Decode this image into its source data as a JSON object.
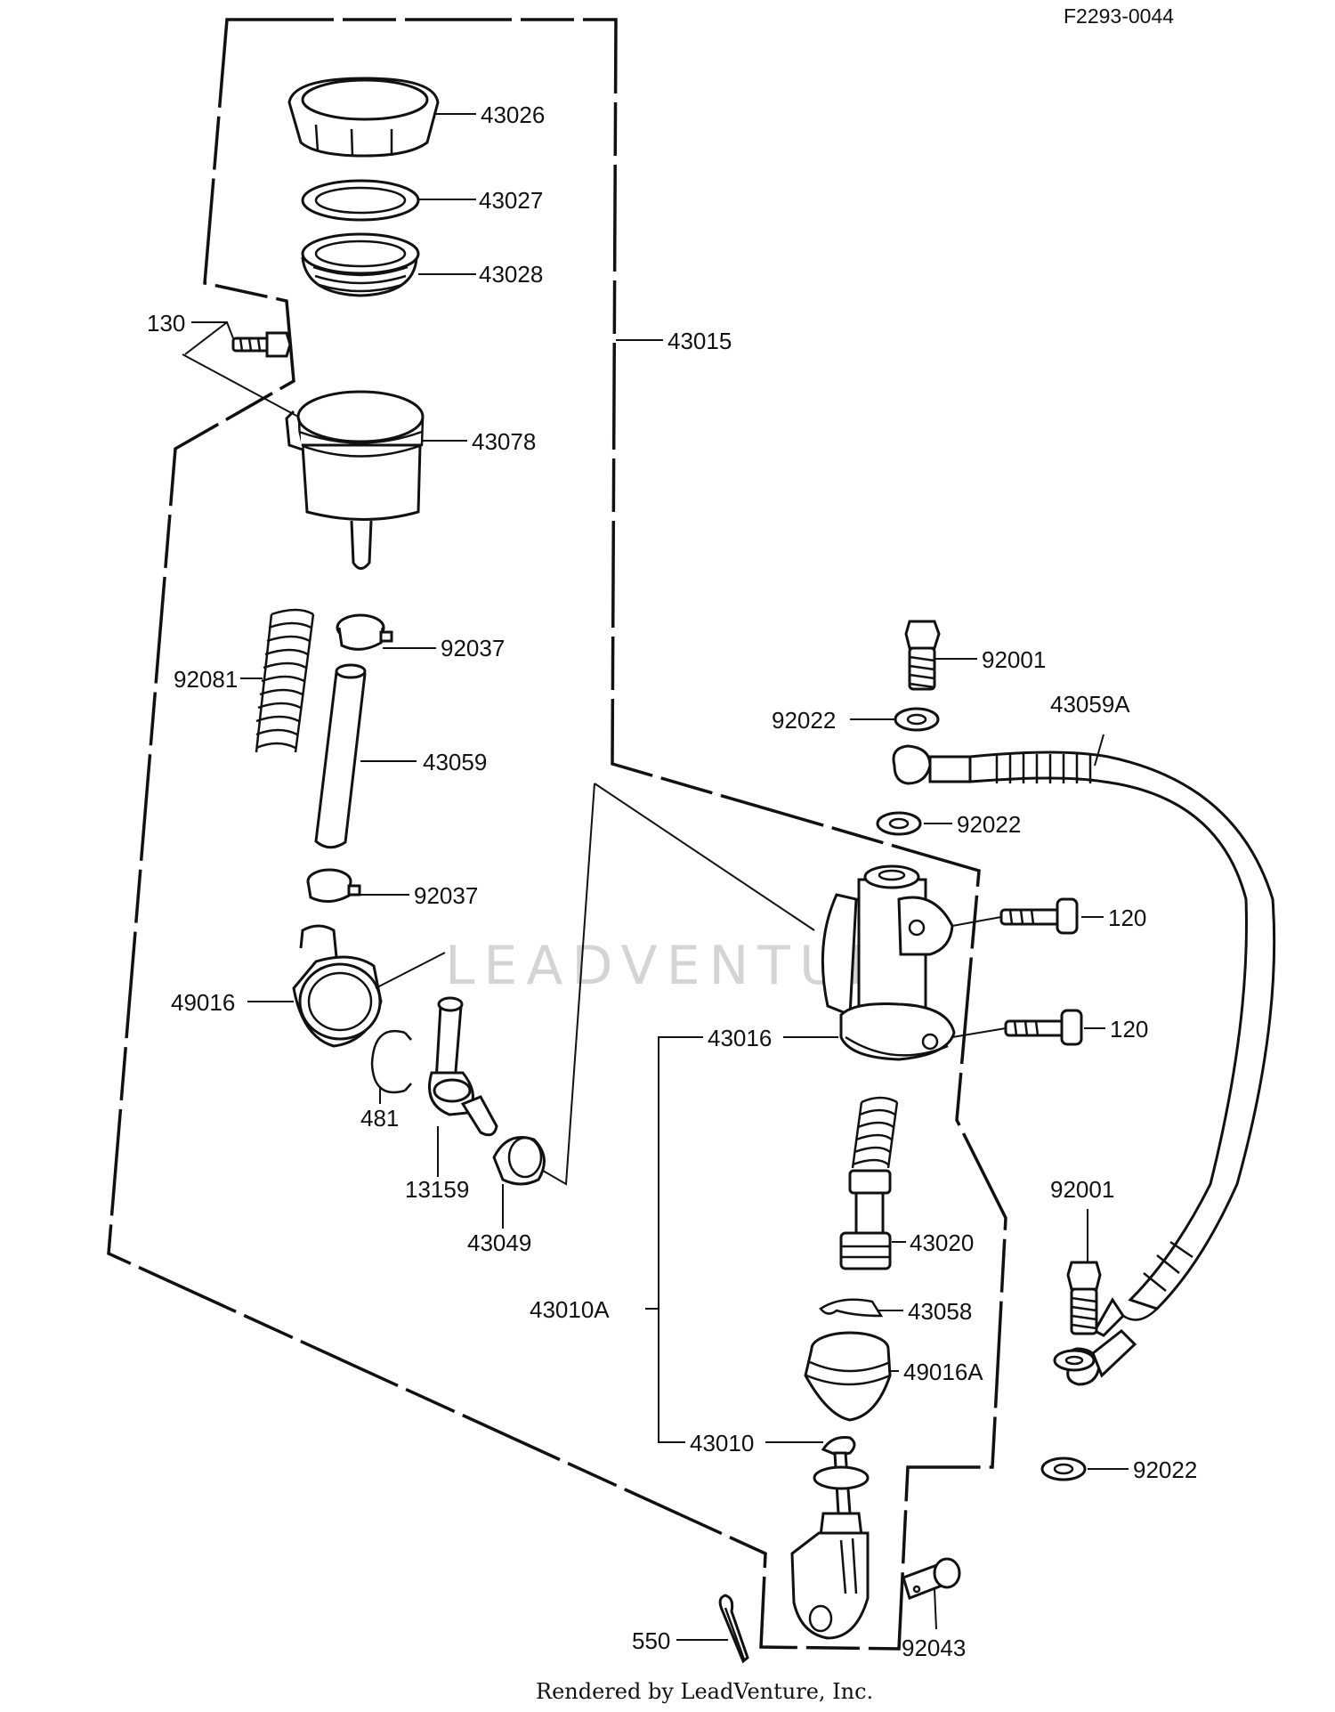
{
  "reference_code": "F2293-0044",
  "footer": "Rendered by LeadVenture, Inc.",
  "watermark": "LEADVENTURE",
  "parts": [
    {
      "id": "43026",
      "label": "43026"
    },
    {
      "id": "43027",
      "label": "43027"
    },
    {
      "id": "43028",
      "label": "43028"
    },
    {
      "id": "130",
      "label": "130"
    },
    {
      "id": "43015",
      "label": "43015"
    },
    {
      "id": "43078",
      "label": "43078"
    },
    {
      "id": "92081",
      "label": "92081"
    },
    {
      "id": "92037a",
      "label": "92037"
    },
    {
      "id": "43059",
      "label": "43059"
    },
    {
      "id": "92037b",
      "label": "92037"
    },
    {
      "id": "49016",
      "label": "49016"
    },
    {
      "id": "481",
      "label": "481"
    },
    {
      "id": "13159",
      "label": "13159"
    },
    {
      "id": "43049",
      "label": "43049"
    },
    {
      "id": "92001a",
      "label": "92001"
    },
    {
      "id": "92022a",
      "label": "92022"
    },
    {
      "id": "43059A",
      "label": "43059A"
    },
    {
      "id": "92022b",
      "label": "92022"
    },
    {
      "id": "120a",
      "label": "120"
    },
    {
      "id": "120b",
      "label": "120"
    },
    {
      "id": "43016",
      "label": "43016"
    },
    {
      "id": "43020",
      "label": "43020"
    },
    {
      "id": "43010A",
      "label": "43010A"
    },
    {
      "id": "43058",
      "label": "43058"
    },
    {
      "id": "49016A",
      "label": "49016A"
    },
    {
      "id": "43010",
      "label": "43010"
    },
    {
      "id": "92001b",
      "label": "92001"
    },
    {
      "id": "92022c",
      "label": "92022"
    },
    {
      "id": "550",
      "label": "550"
    },
    {
      "id": "92043",
      "label": "92043"
    }
  ]
}
